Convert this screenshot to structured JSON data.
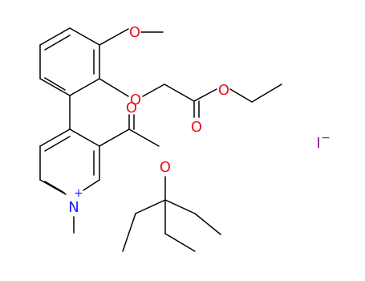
{
  "diagram": {
    "type": "chemical-structure",
    "atom_labels": {
      "methoxy_o": "O",
      "ether_o": "O",
      "ester_o": "O",
      "ester_co": "O",
      "nicotinate_co": "O",
      "nicotinate_o": "O",
      "pyridinium_n": "N",
      "n_charge": "+",
      "counterion": "I",
      "counterion_charge": "−"
    },
    "colors": {
      "bond": "#000000",
      "oxygen": "#e8141c",
      "nitrogen": "#1a1aff",
      "iodine": "#8a1a8a"
    }
  }
}
